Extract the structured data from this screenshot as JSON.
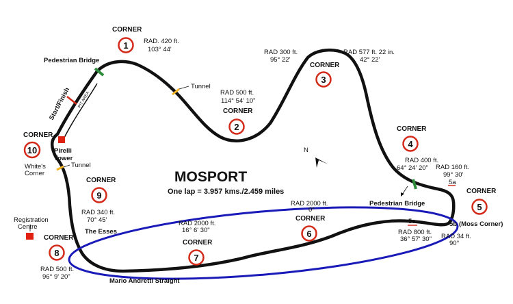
{
  "title": "MOSPORT",
  "subtitle": "One lap = 3.957 kms./2.459 miles",
  "corner_word": "CORNER",
  "corners": [
    {
      "num": "1"
    },
    {
      "num": "2"
    },
    {
      "num": "3"
    },
    {
      "num": "4"
    },
    {
      "num": "5"
    },
    {
      "num": "6"
    },
    {
      "num": "7"
    },
    {
      "num": "8"
    },
    {
      "num": "9"
    },
    {
      "num": "10"
    }
  ],
  "radii": {
    "c1": [
      "RAD. 420 ft.",
      "103° 44'"
    ],
    "c2": [
      "RAD 500 ft.",
      "114° 54' 10\""
    ],
    "c3a": [
      "RAD 300 ft.",
      "95° 22'"
    ],
    "c3b": [
      "RAD 577 ft. 22 in.",
      "42° 22'"
    ],
    "c4": [
      "RAD 400 ft.",
      "64° 24' 20\""
    ],
    "c5a": [
      "RAD 160 ft.",
      "99° 30'"
    ],
    "c5c": [
      "RAD 800 ft.",
      "36° 57' 30\""
    ],
    "c5b": [
      "RAD 34 ft.",
      "90°"
    ],
    "c6": [
      "RAD 2000 ft.",
      "0°"
    ],
    "c7": [
      "RAD 2000 ft.",
      "16° 6' 30\""
    ],
    "c8": [
      "RAD 500 ft.",
      "96° 9' 20\""
    ],
    "c9": [
      "RAD 340 ft.",
      "70° 45'"
    ]
  },
  "labels": {
    "ped_bridge_1": "Pedestrian Bridge",
    "ped_bridge_2": "Pedestrian Bridge",
    "tunnel_1": "Tunnel",
    "tunnel_2": "Tunnel",
    "start_finish": "Start/Finish",
    "pit_area": "PIT AREA",
    "pirelli": [
      "Pirelli",
      "Tower"
    ],
    "whites": [
      "White's",
      "Corner"
    ],
    "registration": [
      "Registration",
      "Centre"
    ],
    "esses": "The Esses",
    "andretti": "Mario Andretti Straight",
    "sub_5a": "5a",
    "sub_5c": "5c",
    "sub_5b": "5b",
    "moss": "(Moss Corner)",
    "north": "N"
  },
  "colors": {
    "track": "#111111",
    "corner_circle": "#d42a1a",
    "bridge": "#2e8b3a",
    "tunnel": "#f2b324",
    "highlight": "#1a1ab8",
    "marker": "#e02010"
  }
}
